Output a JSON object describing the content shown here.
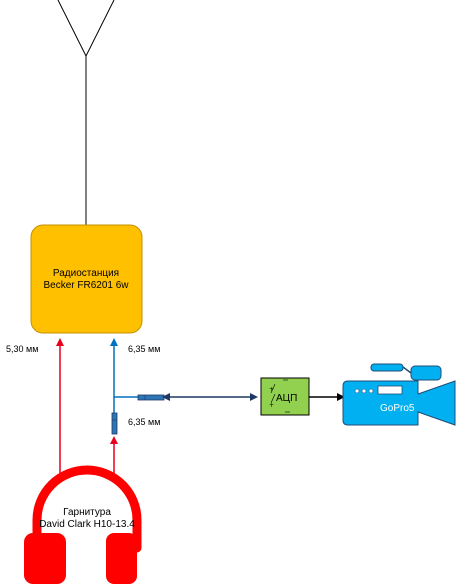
{
  "radio": {
    "line1": "Радиостанция",
    "line2": "Becker FR6201 6w",
    "fill": "#FFC000",
    "stroke": "#C59100"
  },
  "connections": {
    "left_label": "5,30 мм",
    "right_label_top": "6,35 мм",
    "right_label_bottom": "6,35 мм"
  },
  "adc": {
    "label": "АЦП",
    "fill": "#92D050"
  },
  "camera": {
    "label": "GoPro5",
    "fill": "#00B0F0",
    "stroke": "#1F4E79"
  },
  "headset": {
    "line1": "Гарнитура",
    "line2": "David Clark H10-13.4",
    "color": "#FF0000"
  },
  "colors": {
    "red_line": "#E8001C",
    "blue_line": "#0070C0",
    "navy_line": "#1F3864",
    "black_line": "#000000"
  }
}
